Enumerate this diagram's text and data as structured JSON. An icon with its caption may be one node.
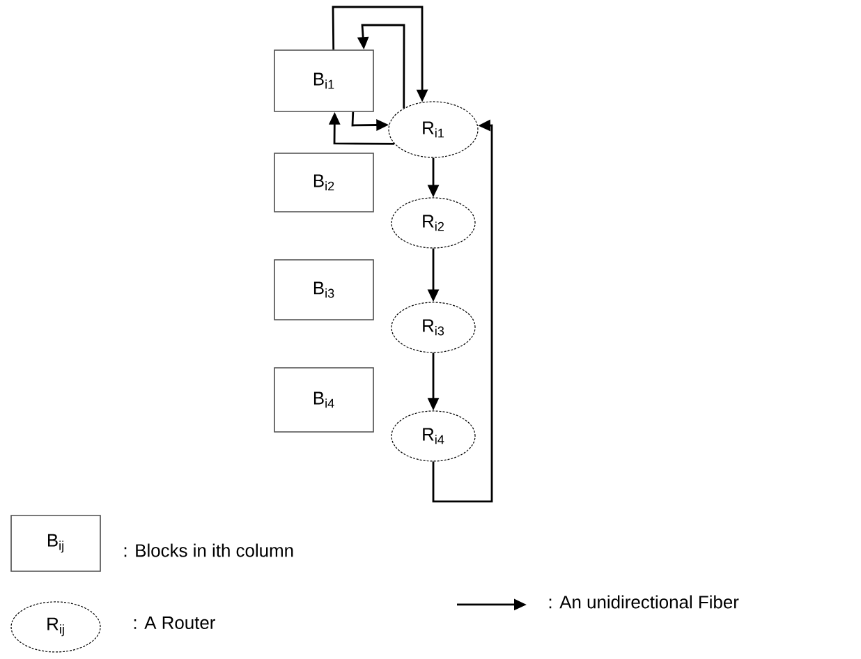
{
  "diagram": {
    "nodes": [
      {
        "text": [
          "B$_{i1}$"
        ]
      },
      {
        "text": [
          "B$_{i2}$"
        ]
      },
      {
        "text": [
          "B$_{i3}$"
        ]
      },
      {
        "text": [
          "B$_{i4}$"
        ]
      },
      {
        "text": [
          "R$_{i1}$"
        ]
      },
      {
        "text": [
          "R$_{i2}$"
        ]
      },
      {
        "text": [
          "R$_{i3}$"
        ]
      },
      {
        "text": [
          "R$_{i4}$"
        ]
      },
      {
        "text": [
          "B$_{ij}$"
        ]
      },
      {
        "text": [
          "R$_{ij}$"
        ]
      }
    ],
    "edges": [
      {
        "from": 0,
        "to": 4,
        "arrow": "to"
      },
      {
        "from": 4,
        "to": 0,
        "arrow": "to"
      },
      {
        "from": 0,
        "to": 4,
        "arrow": "to"
      },
      {
        "from": 4,
        "to": 0,
        "arrow": "to"
      },
      {
        "from": 4,
        "to": 5,
        "arrow": "to"
      },
      {
        "from": 5,
        "to": 6,
        "arrow": "to"
      },
      {
        "from": 6,
        "to": 7,
        "arrow": "to"
      },
      {
        "from": 7,
        "to": 4,
        "arrow": "to"
      }
    ],
    "labels": [
      ": Blocks in ith column",
      ": A Router"
    ],
    "legend": [
      {
        "text": ": An unidirectional Fiber"
      }
    ]
  }
}
